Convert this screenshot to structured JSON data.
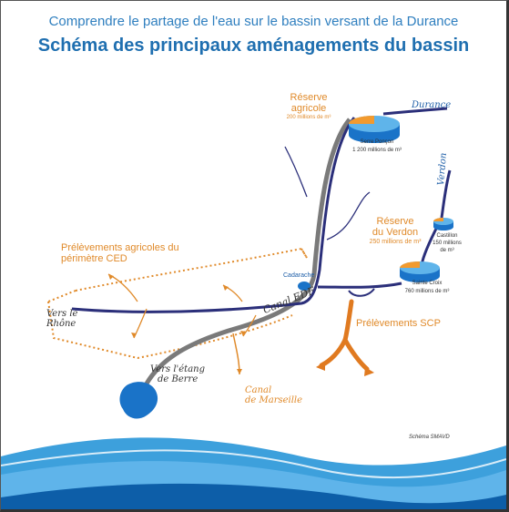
{
  "title": "Comprendre le partage de l'eau sur le bassin versant de la Durance",
  "subtitle": "Schéma des principaux aménagements du bassin",
  "reservoirs": {
    "serre_poncon": {
      "name": "Serre Ponçon",
      "volume": "1 200 millions de m³"
    },
    "castillon": {
      "name": "Castillon",
      "volume_line1": "150 millions",
      "volume_line2": "de m³"
    },
    "sainte_croix": {
      "name": "Sainte Croix",
      "volume": "760 millions de m³"
    }
  },
  "reserve_agricole": {
    "line1": "Réserve",
    "line2": "agricole",
    "volume": "200 millions de m³"
  },
  "reserve_verdon": {
    "line1": "Réserve",
    "line2": "du Verdon",
    "volume": "250 millions de m³"
  },
  "rivers": {
    "durance": "Durance",
    "verdon": "Verdon",
    "vers_rhone_line1": "Vers le",
    "vers_rhone_line2": "Rhône",
    "vers_etang_line1": "Vers l'étang",
    "vers_etang_line2": "de Berre",
    "canal_edf": "Canal EDF",
    "canal_marseille_line1": "Canal",
    "canal_marseille_line2": "de Marseille"
  },
  "places": {
    "cadarache": "Cadarache"
  },
  "prelevements_ced": {
    "line1": "Prélèvements agricoles du",
    "line2": "périmètre CED"
  },
  "prelevements_scp": "Prélèvements SCP",
  "credit": "Schéma SMAVD",
  "colors": {
    "river": "#2b2f7a",
    "canal": "#7a7a7a",
    "orange": "#e08a2a",
    "lake": "#1a73c8",
    "wave": "#1b8fd6"
  }
}
